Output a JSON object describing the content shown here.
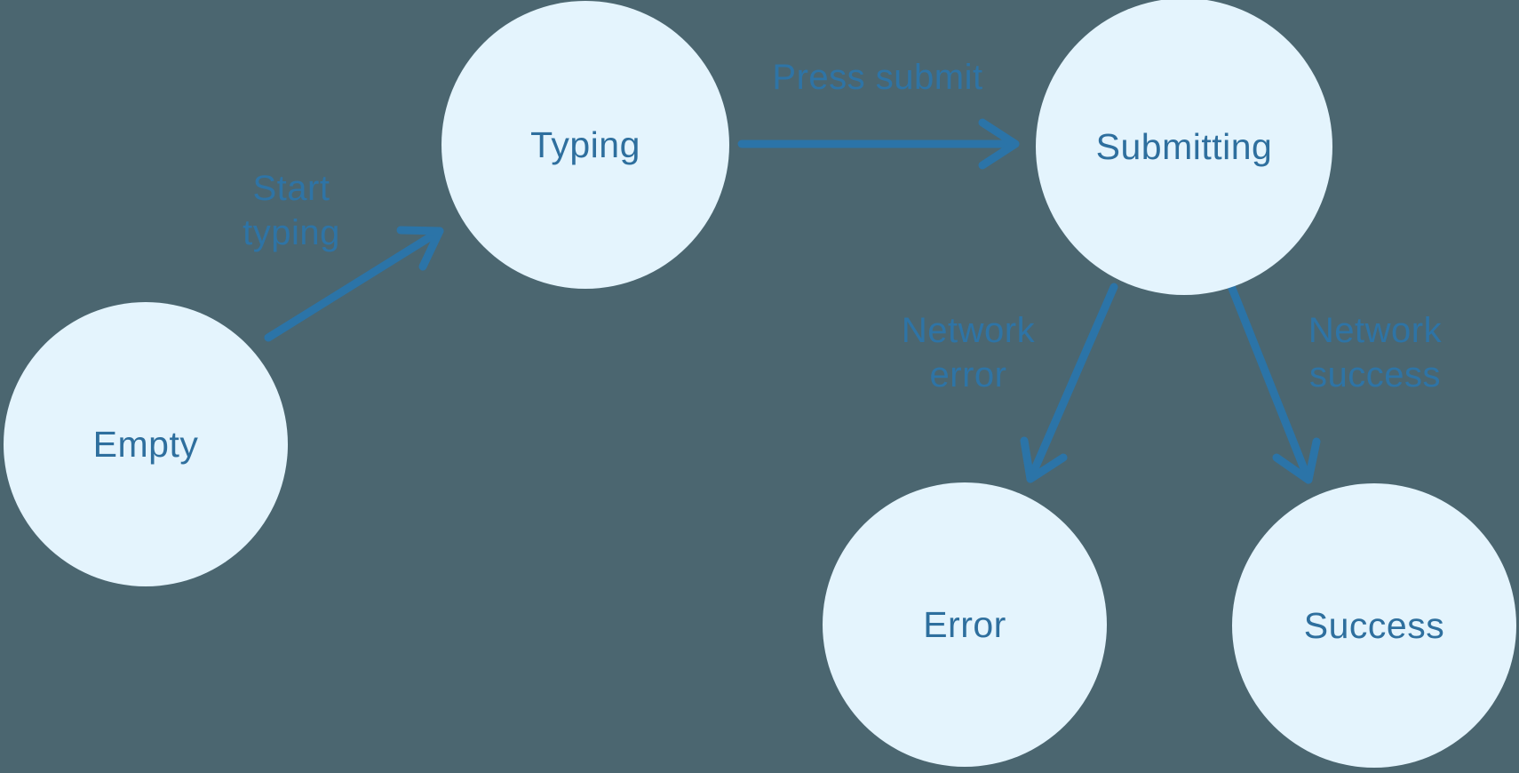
{
  "states": [
    {
      "id": "empty",
      "label": "Empty"
    },
    {
      "id": "typing",
      "label": "Typing"
    },
    {
      "id": "submitting",
      "label": "Submitting"
    },
    {
      "id": "error",
      "label": "Error"
    },
    {
      "id": "success",
      "label": "Success"
    }
  ],
  "transitions": [
    {
      "id": "start-typing",
      "label": "Start typing",
      "from": "empty",
      "to": "typing"
    },
    {
      "id": "press-submit",
      "label": "Press submit",
      "from": "typing",
      "to": "submitting"
    },
    {
      "id": "network-error",
      "label": "Network error",
      "from": "submitting",
      "to": "error"
    },
    {
      "id": "network-success",
      "label": "Network success",
      "from": "submitting",
      "to": "success"
    }
  ],
  "colors": {
    "background": "#4B6670",
    "node_fill": "#E4F4FD",
    "node_text": "#2E6F9E",
    "edge_stroke": "#2B74A8",
    "edge_text": "#2E74A6"
  }
}
